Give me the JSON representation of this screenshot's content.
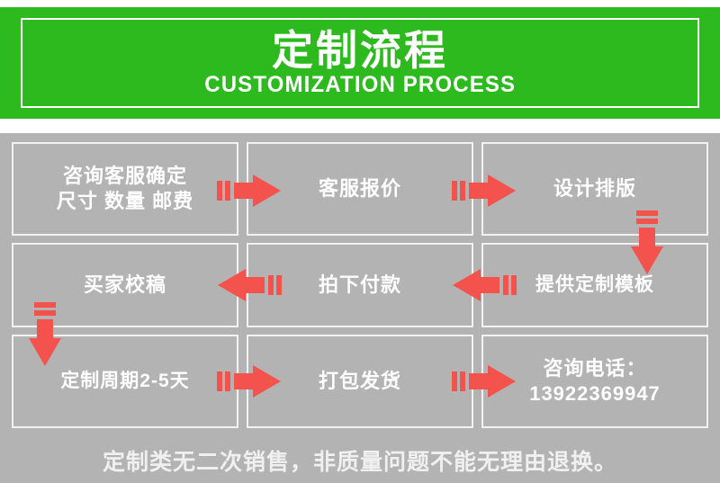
{
  "banner": {
    "title_cn": "定制流程",
    "title_en": "CUSTOMIZATION PROCESS",
    "background_color": "#2cba1e",
    "text_color": "#ffffff"
  },
  "panel": {
    "background_color": "#b3b3b3",
    "box_border_color": "#f2f2f2",
    "box_text_color": "#ffffff",
    "arrow_color": "#f4534d"
  },
  "flow": {
    "steps": [
      {
        "id": "step-1",
        "label": "咨询客服确定\n尺寸 数量 邮费",
        "row": 0,
        "col": 0
      },
      {
        "id": "step-2",
        "label": "客服报价",
        "row": 0,
        "col": 1
      },
      {
        "id": "step-3",
        "label": "设计排版",
        "row": 0,
        "col": 2
      },
      {
        "id": "step-4",
        "label": "买家校稿",
        "row": 1,
        "col": 0
      },
      {
        "id": "step-5",
        "label": "拍下付款",
        "row": 1,
        "col": 1
      },
      {
        "id": "step-6",
        "label": "提供定制模板",
        "row": 1,
        "col": 2
      },
      {
        "id": "step-7",
        "label": "定制周期2-5天",
        "row": 2,
        "col": 0
      },
      {
        "id": "step-8",
        "label": "打包发货",
        "row": 2,
        "col": 1
      },
      {
        "id": "step-9",
        "label": "咨询电话：\n13922369947",
        "row": 2,
        "col": 2
      }
    ],
    "connectors": [
      {
        "id": "arrow-1-2",
        "direction": "right",
        "icon": "arrow-right-icon"
      },
      {
        "id": "arrow-2-3",
        "direction": "right",
        "icon": "arrow-right-icon"
      },
      {
        "id": "arrow-3-6",
        "direction": "down",
        "icon": "arrow-down-icon"
      },
      {
        "id": "arrow-6-5",
        "direction": "left",
        "icon": "arrow-left-icon"
      },
      {
        "id": "arrow-5-4",
        "direction": "left",
        "icon": "arrow-left-icon"
      },
      {
        "id": "arrow-4-7",
        "direction": "down",
        "icon": "arrow-down-icon"
      },
      {
        "id": "arrow-7-8",
        "direction": "right",
        "icon": "arrow-right-icon"
      },
      {
        "id": "arrow-8-9",
        "direction": "right",
        "icon": "arrow-right-icon"
      }
    ]
  },
  "footer": {
    "note": "定制类无二次销售，非质量问题不能无理由退换。"
  }
}
